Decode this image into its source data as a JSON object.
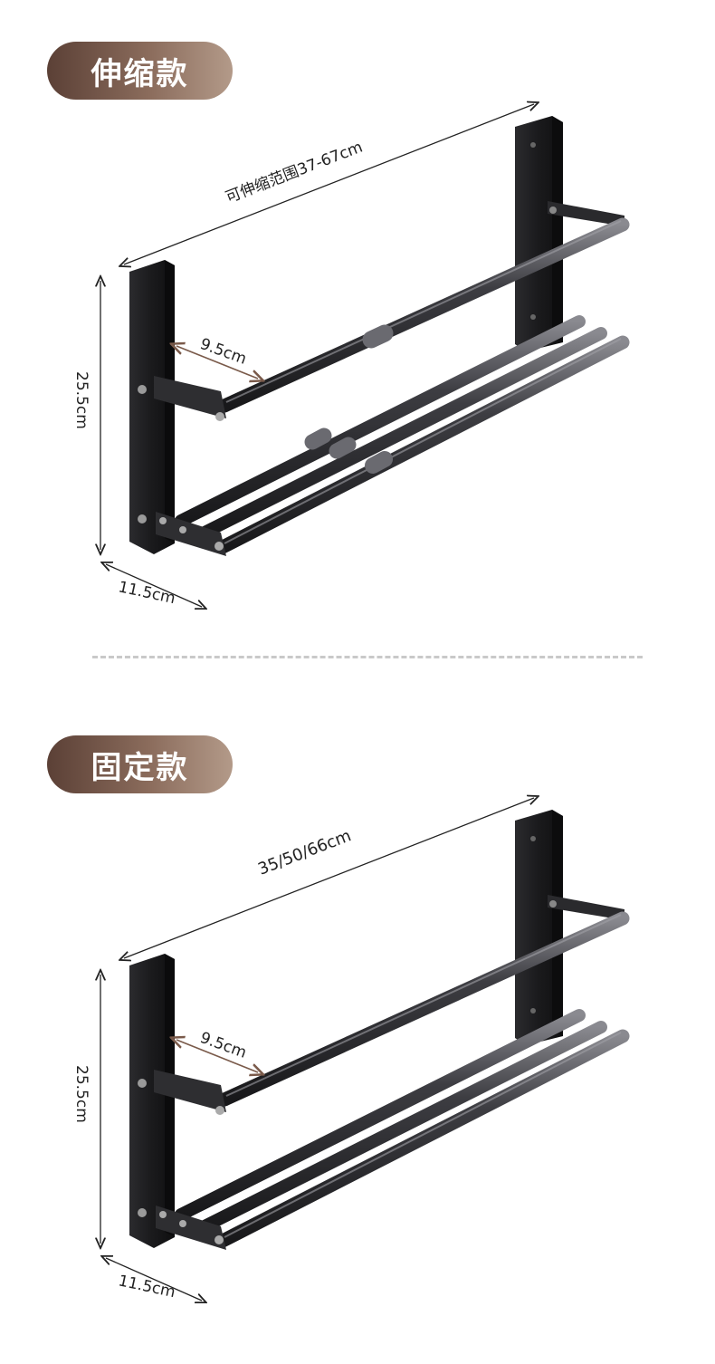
{
  "sections": [
    {
      "badge": "伸缩款",
      "width_label": "可伸缩范围37-67cm",
      "height_label": "25.5cm",
      "depth_label": "11.5cm",
      "rail_gap_label": "9.5cm",
      "telescopic": true
    },
    {
      "badge": "固定款",
      "width_label": "35/50/66cm",
      "height_label": "25.5cm",
      "depth_label": "11.5cm",
      "rail_gap_label": "9.5cm",
      "telescopic": false
    }
  ],
  "colors": {
    "badge_start": "#5b4036",
    "badge_end": "#b39a89",
    "rack_dark": "#1c1c1e",
    "rail_metal": "#4a4a4e",
    "gap_arrow": "#7a5a4a",
    "dim_line": "#222222",
    "divider": "#c9c9c9"
  }
}
